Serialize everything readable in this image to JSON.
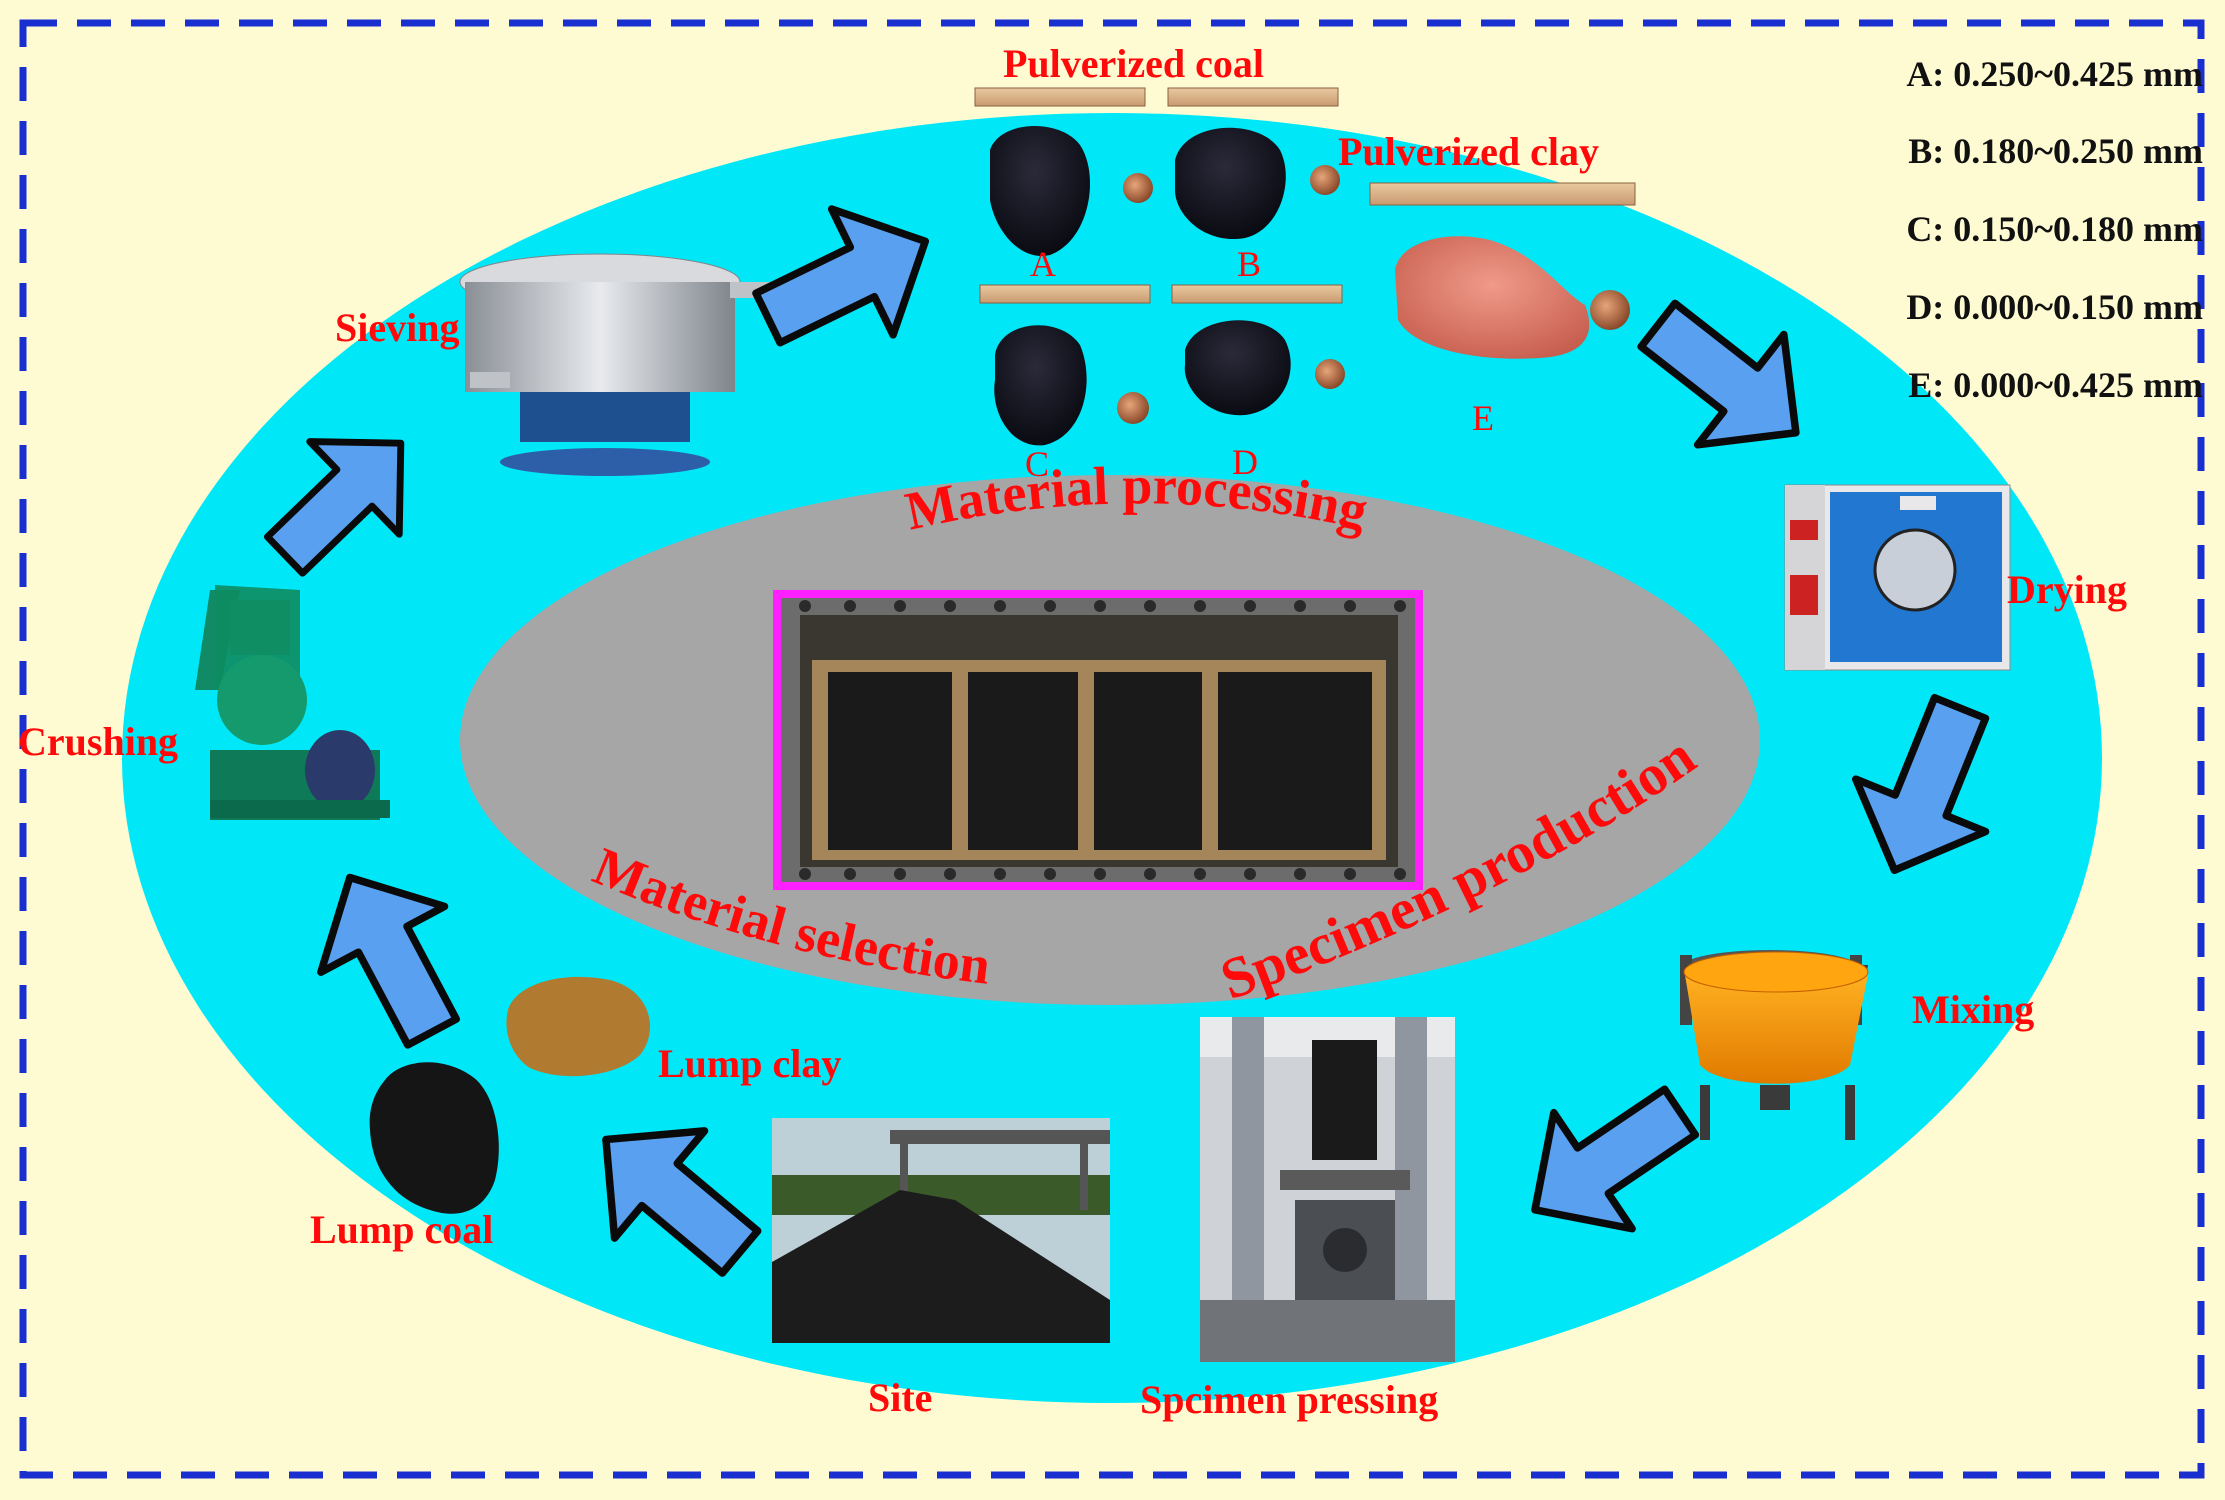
{
  "colors": {
    "background": "#fefbd3",
    "border_dash": "#1a2fd0",
    "outer_ellipse": "#00e8f8",
    "inner_ellipse": "#a6a6a6",
    "arrow_fill": "#5aa0f0",
    "arrow_stroke": "#0a0a0a",
    "label_red": "#ff0a0a",
    "specimen_frame": "#ff20ff"
  },
  "labels": {
    "pulverized_coal": "Pulverized coal",
    "pulverized_clay": "Pulverized clay",
    "sieving": "Sieving",
    "crushing": "Crushing",
    "drying": "Drying",
    "mixing": "Mixing",
    "lump_clay": "Lump clay",
    "lump_coal": "Lump coal",
    "site": "Site",
    "specimen_pressing": "Spcimen pressing"
  },
  "ring_labels": {
    "material_processing": "Material processing",
    "material_selection": "Material selection",
    "specimen_production": "Specimen production"
  },
  "sample_letters": {
    "a": "A",
    "b": "B",
    "c": "C",
    "d": "D",
    "e": "E"
  },
  "legend": [
    "A: 0.250~0.425 mm",
    "B: 0.180~0.250 mm",
    "C: 0.150~0.180 mm",
    "D: 0.000~0.150 mm",
    "E: 0.000~0.425 mm"
  ]
}
